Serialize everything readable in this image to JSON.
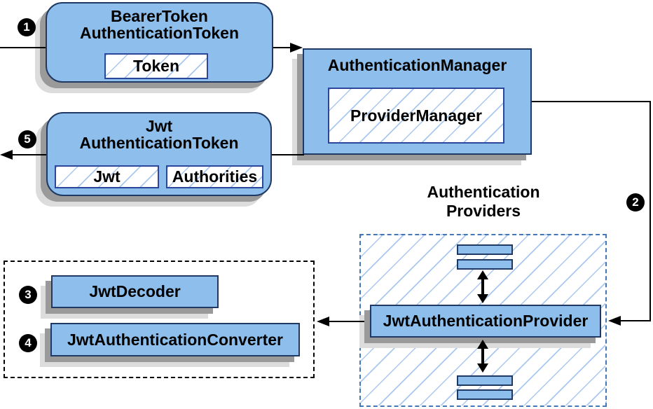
{
  "steps": {
    "one": "1",
    "two": "2",
    "three": "3",
    "four": "4",
    "five": "5"
  },
  "bearer": {
    "line1": "BearerToken",
    "line2": "AuthenticationToken",
    "field": "Token"
  },
  "manager": {
    "title": "AuthenticationManager",
    "inner": "ProviderManager"
  },
  "jwt_token": {
    "line1": "Jwt",
    "line2": "AuthenticationToken",
    "field_jwt": "Jwt",
    "field_authorities": "Authorities"
  },
  "providers": {
    "title_line1": "Authentication",
    "title_line2": "Providers",
    "provider": "JwtAuthenticationProvider"
  },
  "converters": {
    "decoder": "JwtDecoder",
    "converter": "JwtAuthenticationConverter"
  },
  "colors": {
    "box_fill": "#8DBEEC",
    "box_border": "#1F3864",
    "inner_border": "#2A479B",
    "hatch_line": "#A9C8F0",
    "dashed_blue": "#4377B6",
    "dashed_black": "#000000",
    "shadow_dark": "#9A9A9A",
    "shadow_light": "#DCDCDC",
    "arrow": "#000000",
    "badge_bg": "#000000",
    "badge_text": "#FFFFFF"
  }
}
